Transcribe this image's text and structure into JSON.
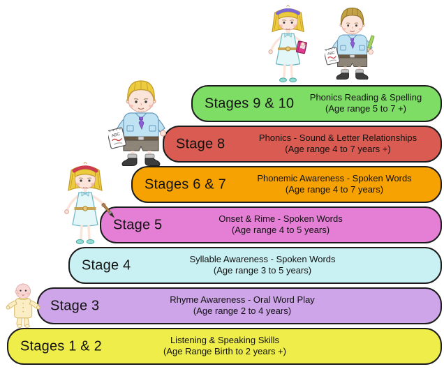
{
  "diagram": {
    "background": "#ffffff",
    "bar_border_color": "#1c1c1c",
    "text_color": "#111111"
  },
  "stages": [
    {
      "label": "Stages 9 & 10",
      "skill": "Phonics Reading & Spelling",
      "age_range": "(Age range 5 to 7 +)",
      "color": "#7edd65"
    },
    {
      "label": "Stage 8",
      "skill": "Phonics - Sound & Letter Relationships",
      "age_range": "(Age range 4 to 7 years +)",
      "color": "#d95b52"
    },
    {
      "label": "Stages 6 & 7",
      "skill": "Phonemic Awareness - Spoken Words",
      "age_range": "(Age range 4 to 7 years)",
      "color": "#f6a203"
    },
    {
      "label": "Stage 5",
      "skill": "Onset & Rime - Spoken Words",
      "age_range": "(Age range 4 to 5 years)",
      "color": "#e47fd5"
    },
    {
      "label": "Stage 4",
      "skill": "Syllable Awareness - Spoken Words",
      "age_range": "(Age range 3 to 5 years)",
      "color": "#c9f0f2"
    },
    {
      "label": "Stage 3",
      "skill": "Rhyme Awareness - Oral Word Play",
      "age_range": "(Age range 2 to 4 years)",
      "color": "#cda5e8"
    },
    {
      "label": "Stages 1 & 2",
      "skill": "Listening & Speaking Skills",
      "age_range": "(Age Range Birth to 2 years +)",
      "color": "#efed4a"
    }
  ],
  "characters": {
    "notepad_label": "ABC"
  }
}
